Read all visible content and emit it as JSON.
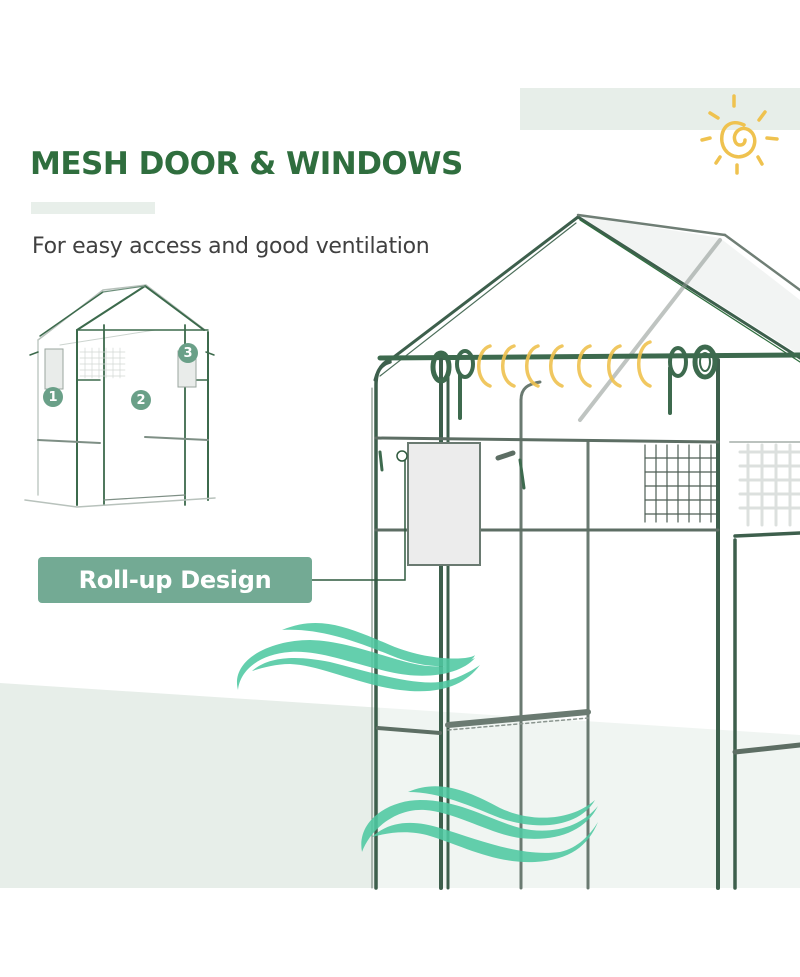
{
  "header": {
    "title": "MESH DOOR & WINDOWS",
    "subtitle": "For easy access and good ventilation"
  },
  "callout": {
    "label": "Roll-up Design"
  },
  "thumbnail": {
    "badges": [
      {
        "number": "1",
        "feature": "roll-up-window-left"
      },
      {
        "number": "2",
        "feature": "roll-up-door"
      },
      {
        "number": "3",
        "feature": "roll-up-window-right"
      }
    ]
  },
  "icons": {
    "sun": "sun-icon",
    "wind_upper": "wind-icon",
    "wind_lower": "wind-icon",
    "roll_motion": "roll-motion-icon"
  },
  "colors": {
    "title_green": "#2f6e3e",
    "callout_bg": "#73aa94",
    "badge_bg": "#6aa088",
    "frame_green": "#3d5f4c",
    "wind_teal": "#4fc9a2",
    "sun_yellow": "#efc24f",
    "band_gray": "#e7eee9"
  }
}
